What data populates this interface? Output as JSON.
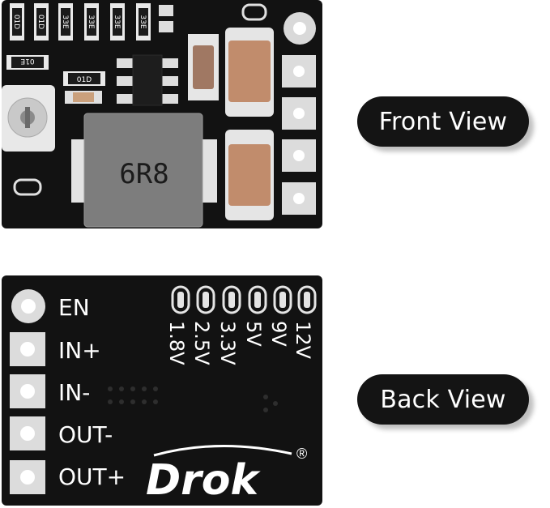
{
  "front": {
    "label": "Front View",
    "inductor_marking": "6R8",
    "smd_markings": [
      "01D",
      "01D",
      "33E",
      "33E",
      "33E",
      "33E"
    ],
    "small_markings": [
      "01E",
      "01D"
    ]
  },
  "back": {
    "label": "Back View",
    "pins": [
      "EN",
      "IN+",
      "IN-",
      "OUT-",
      "OUT+"
    ],
    "voltages": [
      "1.8V",
      "2.5V",
      "3.3V",
      "5V",
      "9V",
      "12V"
    ],
    "brand": "Drok",
    "registered": "®"
  },
  "colors": {
    "pcb": "#111111",
    "pill": "#141414",
    "silkscreen": "#ffffff"
  }
}
